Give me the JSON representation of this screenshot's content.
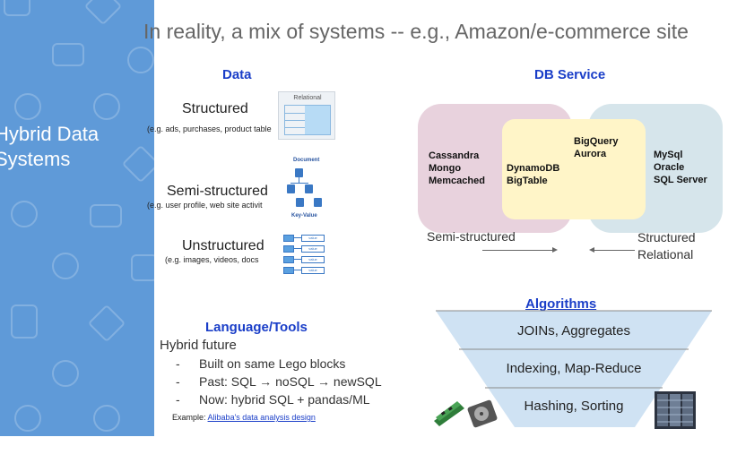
{
  "slide": {
    "title": "In reality, a mix of systems -- e.g., Amazon/e-commerce site",
    "sidebar_title_line1": "Hybrid Data",
    "sidebar_title_line2": "Systems"
  },
  "data_section": {
    "header": "Data",
    "structured_label": "Structured",
    "structured_example": "(e.g. ads, purchases, product table",
    "relational_caption": "Relational",
    "semi_label": "Semi-structured",
    "semi_example": "(e.g. user profile, web site activit",
    "document_caption": "Document",
    "keyvalue_caption": "Key-Value",
    "unstructured_label": "Unstructured",
    "unstructured_example": "(e.g. images, videos, docs",
    "kv_key": "key",
    "kv_value": "value"
  },
  "db_service": {
    "header": "DB Service",
    "left_group": "Cassandra\nMongo\nMemcached",
    "middle_top": "BigQuery\nAurora",
    "middle_bottom": "DynamoDB\nBigTable",
    "right_group": "MySql\nOracle\nSQL Server",
    "axis_left": "Semi-structured",
    "axis_right_line1": "Structured",
    "axis_right_line2": "Relational"
  },
  "algorithms": {
    "header": "Algorithms",
    "levels": [
      "JOINs, Aggregates",
      "Indexing, Map-Reduce",
      "Hashing, Sorting"
    ]
  },
  "language_tools": {
    "header": "Language/Tools",
    "intro": "Hybrid future",
    "bullets": [
      "Built on same Lego blocks",
      "Past: SQL → noSQL → newSQL",
      "Now: hybrid SQL + pandas/ML"
    ],
    "bullet_marker": "-",
    "example_prefix": "Example:",
    "example_link": "Alibaba's data analysis design"
  },
  "colors": {
    "sidebar": "#5f9ad8",
    "header_blue": "#1a3ec8",
    "venn_left": "#e8d2dd",
    "venn_mid": "#fff5c8",
    "venn_right": "#d6e5eb",
    "funnel": "#cfe2f3"
  },
  "icons": [
    "document-icon",
    "check-icon",
    "mail-icon",
    "chat-icon",
    "clock-icon",
    "tag-icon",
    "pie-chart-icon",
    "chart-icon",
    "memory-chip-icon",
    "hard-drive-icon",
    "server-rack-icon"
  ]
}
